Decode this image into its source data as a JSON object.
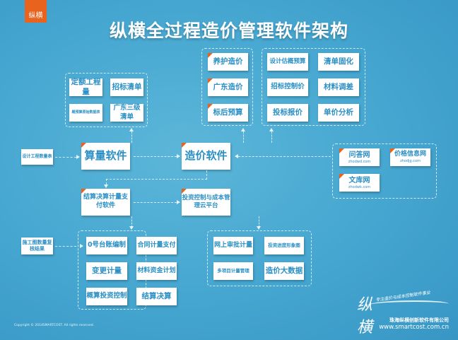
{
  "logo": "纵横",
  "title": "纵横全过程造价管理软件架构",
  "group_suanliang": [
    "定额工程量",
    "招标清单",
    "概预算原始数据表",
    "广东三级清单"
  ],
  "group_zaojia_a": [
    "养护造价",
    "广东造价",
    "标后预算"
  ],
  "group_zaojia_b": [
    "设计估概预算",
    "清单固化",
    "招标控制价",
    "材料调差",
    "投标报价",
    "单价分析"
  ],
  "input_design": "设计工程数量表",
  "main": {
    "suanliang": "算量软件",
    "zaojia": "造价软件",
    "jiesuan": "结算决算计量支付软件",
    "cloud": "投资控制与成本管理云平台"
  },
  "websites": [
    {
      "name": "问答网",
      "url": "zhodwd.com"
    },
    {
      "name": "价格信息网",
      "url": "zhodjg.com"
    },
    {
      "name": "文库网",
      "url": "zhodwk.com"
    }
  ],
  "input_review": "施工图数量复核结果",
  "group_jiesuan": [
    "0号台账编制",
    "合同计量支付",
    "变更计量",
    "材料资金计划",
    "概算投资控制",
    "结算决算"
  ],
  "group_cloud": [
    "网上审批计量",
    "投资进度形象图",
    "多项目计量管理",
    "造价大数据"
  ],
  "copyright": "Copyright © 2014SMARTCOST. All rights reserved.",
  "signature": {
    "char": "纵横",
    "tagline": "专注造价与成本控制软件事业"
  },
  "company": "珠海纵横创新软件有限公司",
  "website_url": "www.smartcost.com.cn",
  "colors": {
    "accent": "#e8641e",
    "text": "#2a8fc4",
    "background": "#45a6d0"
  }
}
